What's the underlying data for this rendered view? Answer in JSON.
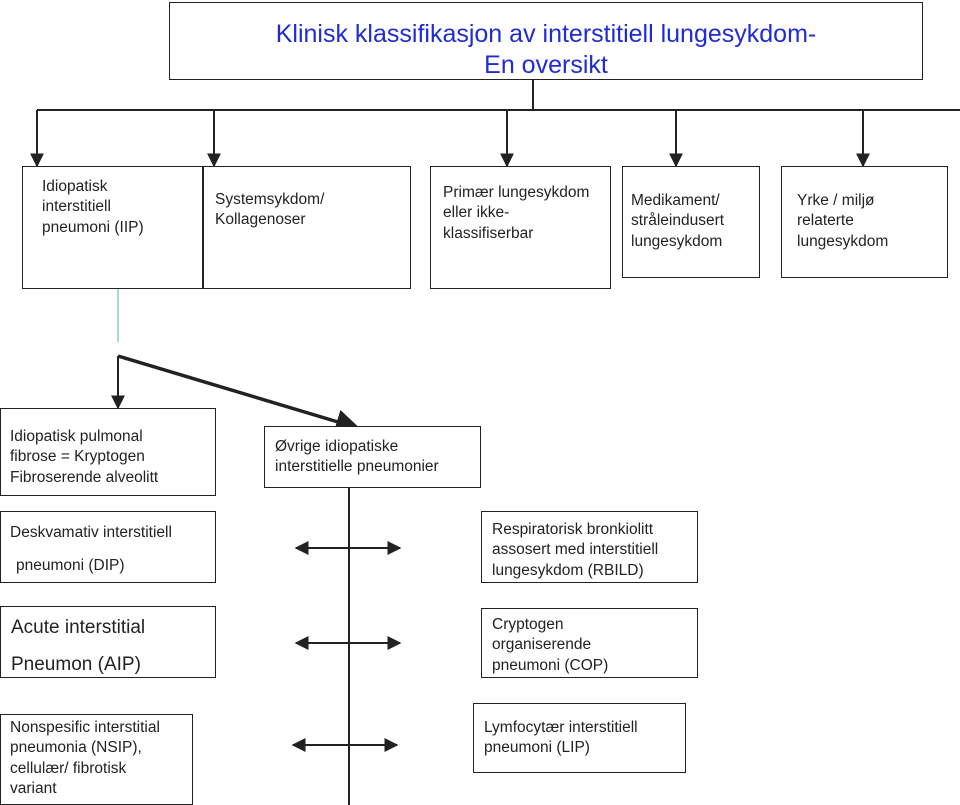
{
  "title": {
    "line1": "Klinisk klassifikasjon av interstitiell lungesykdom-",
    "line2": "En oversikt"
  },
  "top_row": {
    "iip": "Idiopatisk\ninterstitiell\npneumoni (IIP)",
    "systemic": "Systemsykdom/\nKollagenoser",
    "primary": "Primær lungesykdom\neller ikke-\nklassifiserbar",
    "drug": "Medikament/\nstråleindusert\nlungesykdom",
    "occupational": "Yrke / miljø\nrelaterte\nlungesykdom"
  },
  "ipf": {
    "text": "Idiopatisk pulmonal\nfibrose = Kryptogen\nFibroserende alveolitt"
  },
  "other_iip": {
    "text": "Øvrige idiopatiske\ninterstitielle pneumonier"
  },
  "left_col": {
    "dip_line1": "Deskvamativ interstitiell",
    "dip_line2": "pneumoni (DIP)",
    "aip_line1": "Acute interstitial",
    "aip_line2": "Pneumon (AIP)",
    "nsip": "Nonspesific interstitial\npneumonia (NSIP),\ncellulær/ fibrotisk\nvariant"
  },
  "right_col": {
    "rbild": "Respiratorisk bronkiolitt\nassosert med interstitiell\nlungesykdom (RBILD)",
    "cop": "Cryptogen\norganiserende\npneumoni (COP)",
    "lip": "Lymfocytær interstitiell\npneumoni (LIP)"
  },
  "colors": {
    "title_text": "#1f2bd6",
    "lines": "#222222",
    "faint_connector": "#a8d8d8"
  }
}
